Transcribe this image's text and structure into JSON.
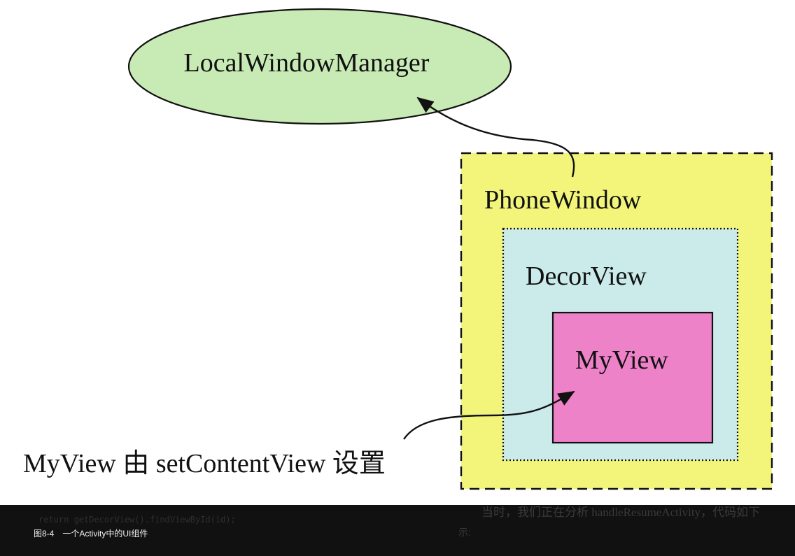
{
  "diagram": {
    "window_manager_label": "LocalWindowManager",
    "phone_window_label": "PhoneWindow",
    "decor_view_label": "DecorView",
    "my_view_label": "MyView",
    "annotation_label": "MyView 由 setContentView 设置",
    "colors": {
      "window_manager_fill": "#c8eab5",
      "phone_window_fill": "#f2f57a",
      "decor_view_fill": "#cbebeb",
      "my_view_fill": "#ee82c8",
      "stroke": "#111111"
    }
  },
  "footer": {
    "code_line": "return getDecorView().findViewById(id);",
    "caption": "图8-4　一个Activity中的UI组件",
    "right_text_1": "当时，我们正在分析 handleResumeActivity，代码如下",
    "right_text_2": "示:"
  }
}
